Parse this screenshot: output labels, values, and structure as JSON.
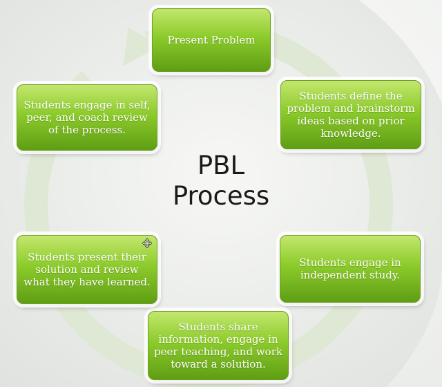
{
  "diagram": {
    "title_line1": "PBL",
    "title_line2": "Process",
    "steps": [
      {
        "text": "Present Problem"
      },
      {
        "text": "Students define the problem and brainstorm ideas based on prior knowledge."
      },
      {
        "text": "Students engage in independent study."
      },
      {
        "text": "Students share information, engage in peer teaching, and work toward a solution."
      },
      {
        "text": "Students present their solution and review what they have learned."
      },
      {
        "text": "Students engage in self, peer, and coach review of the process."
      }
    ]
  },
  "colors": {
    "box_top": "#c3e76e",
    "box_bottom": "#5f9e14",
    "cycle_arrow": "#dfe8d4",
    "background": "#eef0ee"
  }
}
